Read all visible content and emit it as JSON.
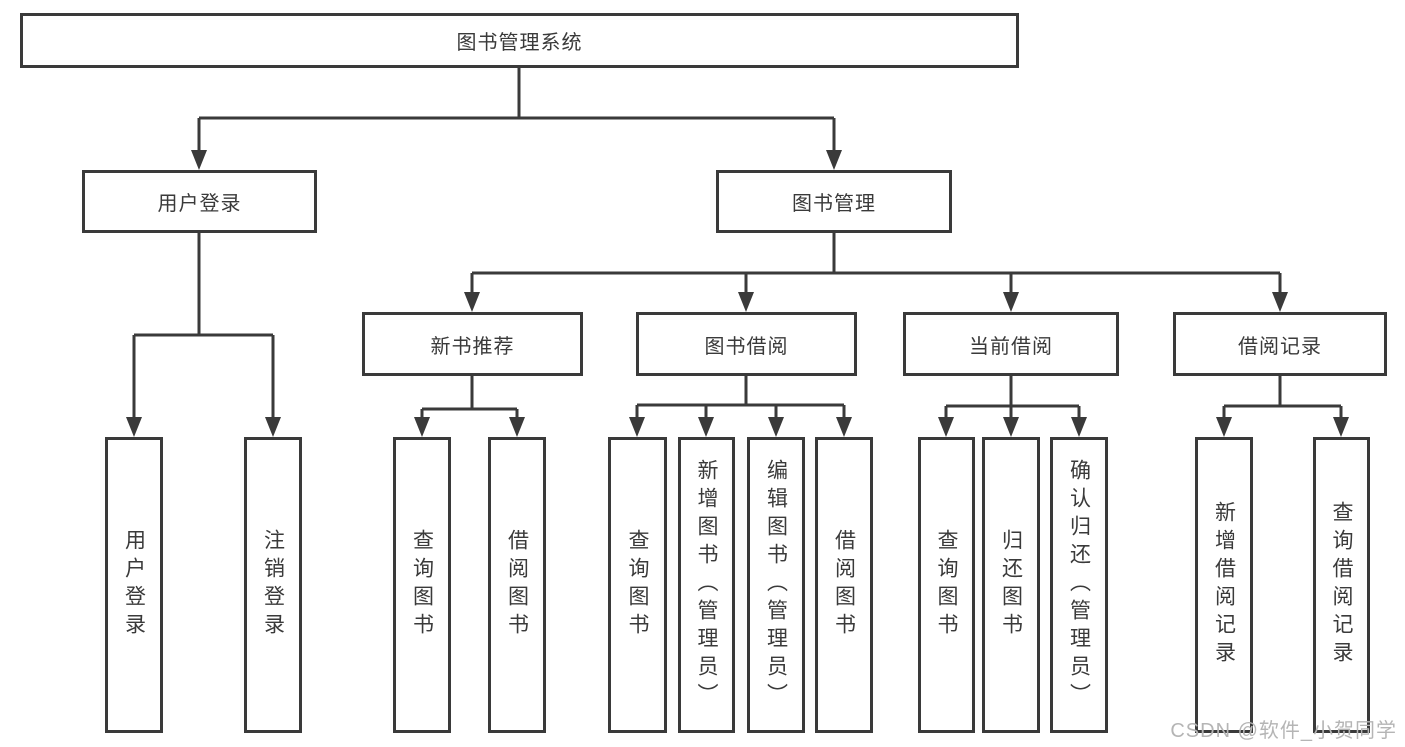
{
  "colors": {
    "line": "#3a3a3a",
    "text": "#3a3a3a",
    "background": "#ffffff",
    "watermark": "#b5b5b5",
    "box_fill": "#ffffff"
  },
  "tree": {
    "label": "图书管理系统",
    "children": [
      {
        "label": "用户登录",
        "children": [
          {
            "label": "用户登录"
          },
          {
            "label": "注销登录"
          }
        ]
      },
      {
        "label": "图书管理",
        "children": [
          {
            "label": "新书推荐",
            "children": [
              {
                "label": "查询图书"
              },
              {
                "label": "借阅图书"
              }
            ]
          },
          {
            "label": "图书借阅",
            "children": [
              {
                "label": "查询图书"
              },
              {
                "label": "新增图书（管理员）"
              },
              {
                "label": "编辑图书（管理员）"
              },
              {
                "label": "借阅图书"
              }
            ]
          },
          {
            "label": "当前借阅",
            "children": [
              {
                "label": "查询图书"
              },
              {
                "label": "归还图书"
              },
              {
                "label": "确认归还（管理员）"
              }
            ]
          },
          {
            "label": "借阅记录",
            "children": [
              {
                "label": "新增借阅记录"
              },
              {
                "label": "查询借阅记录"
              }
            ]
          }
        ]
      }
    ]
  },
  "watermark": {
    "text": "CSDN @软件_小贺同学"
  }
}
